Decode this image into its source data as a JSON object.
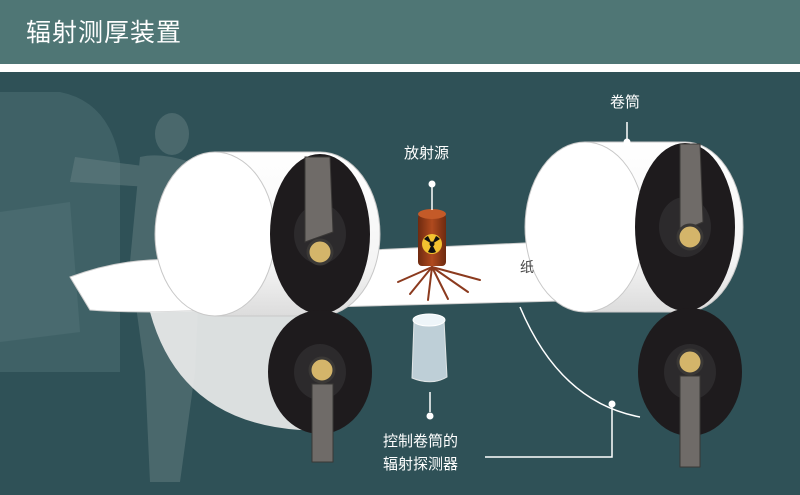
{
  "header": {
    "title": "辐射测厚装置"
  },
  "labels": {
    "source": "放射源",
    "roll": "卷筒",
    "paper": "纸",
    "detector_line1": "控制卷筒的",
    "detector_line2": "辐射探测器"
  },
  "colors": {
    "header_bg": "#4f7675",
    "panel_bg": "#2f5157",
    "paper": "#ffffff",
    "roller_core": "#1e1b1d",
    "bracket": "#6f6b68",
    "source_canister": "#9a3b17",
    "radiation_symbol": "#f2c230",
    "ray": "#8b3a1e"
  },
  "icons": [
    "radiation-symbol-icon"
  ]
}
